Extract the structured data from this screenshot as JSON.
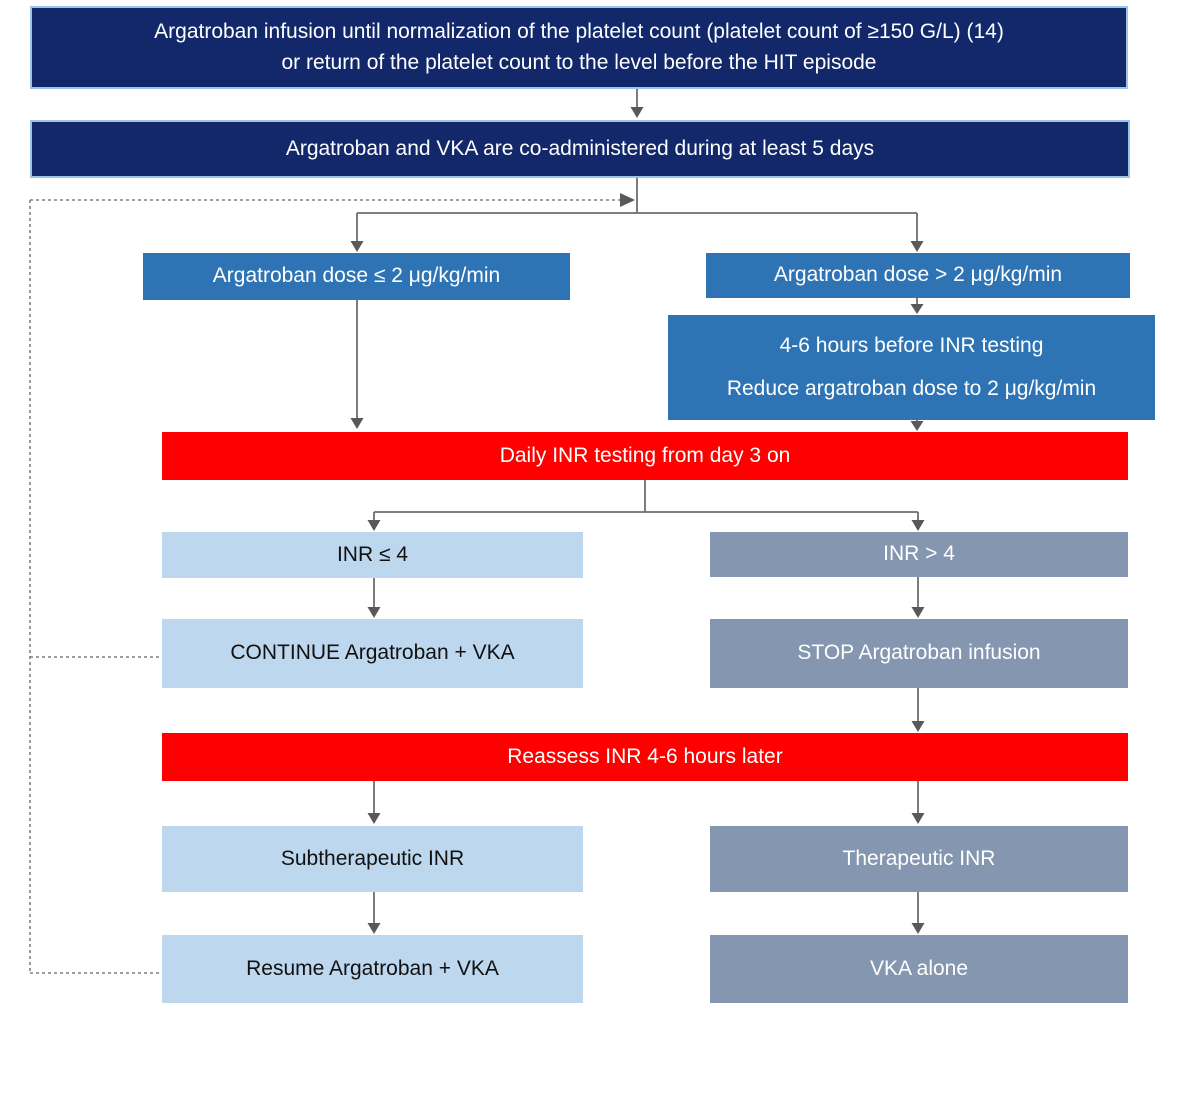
{
  "diagram": {
    "topic": "Argatroban to VKA transition flowchart",
    "colors": {
      "navy": "#12286b",
      "navy_border": "#9dc3e6",
      "medium_blue": "#2e74b5",
      "light_blue": "#bdd7ee",
      "gray_blue": "#8496b0",
      "red": "#fe0000",
      "arrow_gray": "#595959",
      "dashed_gray": "#7f7f7f"
    }
  },
  "nodes": {
    "platelet": {
      "line1": "Argatroban infusion until normalization of the platelet count (platelet count of ≥150 G/L) (14)",
      "line2": "or return of the platelet count to the level before the HIT episode"
    },
    "coadmin": {
      "label": "Argatroban and VKA are co-administered during at least 5 days"
    },
    "dose_le2": {
      "label": "Argatroban dose ≤ 2 μg/kg/min"
    },
    "dose_gt2": {
      "label": "Argatroban dose > 2 μg/kg/min"
    },
    "reduce": {
      "line1": "4-6 hours before INR testing",
      "line2": "Reduce argatroban dose to 2 μg/kg/min"
    },
    "daily_inr": {
      "label": "Daily INR testing from day 3 on"
    },
    "inr_le4": {
      "label": "INR ≤ 4"
    },
    "inr_gt4": {
      "label": "INR > 4"
    },
    "continue_arg": {
      "label": "CONTINUE Argatroban + VKA"
    },
    "stop_arg": {
      "label": "STOP Argatroban infusion"
    },
    "reassess": {
      "label": "Reassess INR 4-6 hours later"
    },
    "subtherapeutic": {
      "label": "Subtherapeutic INR"
    },
    "therapeutic": {
      "label": "Therapeutic INR"
    },
    "resume": {
      "label": "Resume Argatroban + VKA"
    },
    "vka_alone": {
      "label": "VKA alone"
    }
  }
}
